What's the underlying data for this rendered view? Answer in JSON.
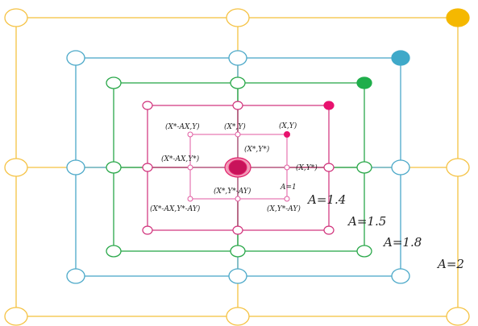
{
  "diagram": {
    "colors": {
      "yellow": "#f5c242",
      "cyan": "#4aa8c8",
      "green": "#2aa84a",
      "magenta": "#e0206a",
      "pink": "#e05aa0",
      "yellow_fill": "#f5b800",
      "cyan_fill": "#3fa9c9",
      "green_fill": "#1fae4b",
      "magenta_fill": "#e8126e"
    },
    "labels": {
      "x_minus_ax_y": "(X*-AX,Y)",
      "x_star_y": "(X*,Y)",
      "x_y": "(X,Y)",
      "x_minus_ax_y_star": "(X*-AX,Y*)",
      "center": "(X*,Y*)",
      "x_y_star": "(X,Y*)",
      "x_star_y_minus_ay": "(X*,Y*-AY)",
      "x_minus_ax_y_minus_ay": "(X*-AX,Y*-AY)",
      "x_y_minus_ay": "(X,Y*-AY)"
    },
    "scale_labels": {
      "a1": "A=1",
      "a14": "A=1.4",
      "a15": "A=1.5",
      "a18": "A=1.8",
      "a2": "A=2"
    }
  }
}
